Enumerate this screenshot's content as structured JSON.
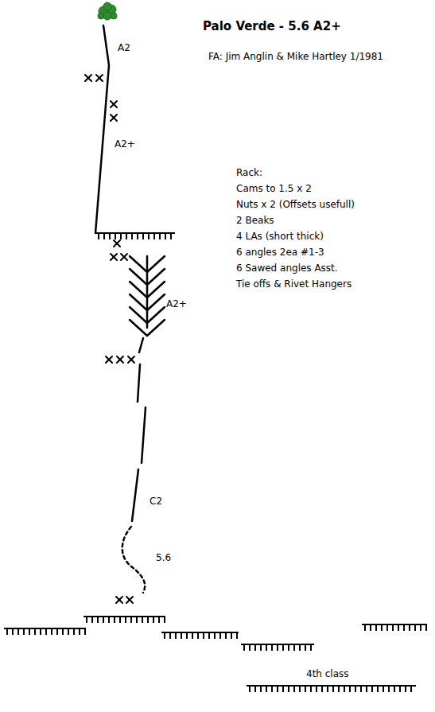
{
  "diagram": {
    "title": "Palo Verde - 5.6 A2+",
    "labels": [
      "FA: Jim Anglin & Mike Hartley 1/1981",
      "Rack:",
      "Cams to 1.5 x 2",
      "Nuts x 2 (Offsets usefull)",
      "2 Beaks",
      "4 LAs (short thick)",
      "6 angles 2ea #1-3",
      "6 Sawed angles Asst.",
      "Tie offs & Rivet Hangers",
      "A2",
      "A2+",
      "A2+",
      "C2",
      "5.6",
      "4th class"
    ]
  }
}
